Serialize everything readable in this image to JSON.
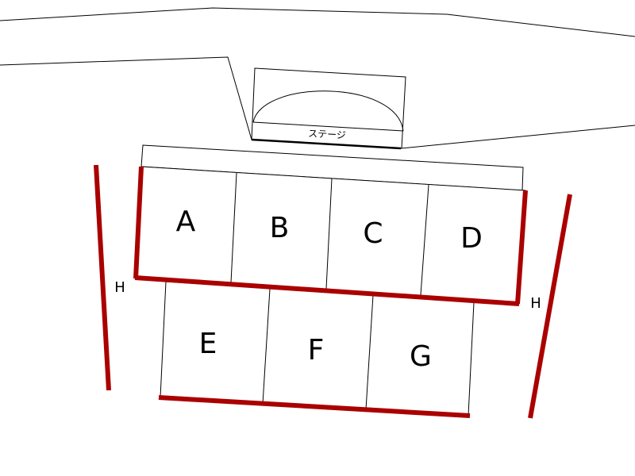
{
  "stage": {
    "label": "ステージ"
  },
  "blocks": {
    "front_row": [
      "A",
      "B",
      "C",
      "D"
    ],
    "back_row": [
      "E",
      "F",
      "G"
    ]
  },
  "side_labels": {
    "left": "H",
    "right": "H"
  },
  "colors": {
    "barrier": "#aa0000",
    "line": "#000000",
    "background": "#ffffff"
  }
}
